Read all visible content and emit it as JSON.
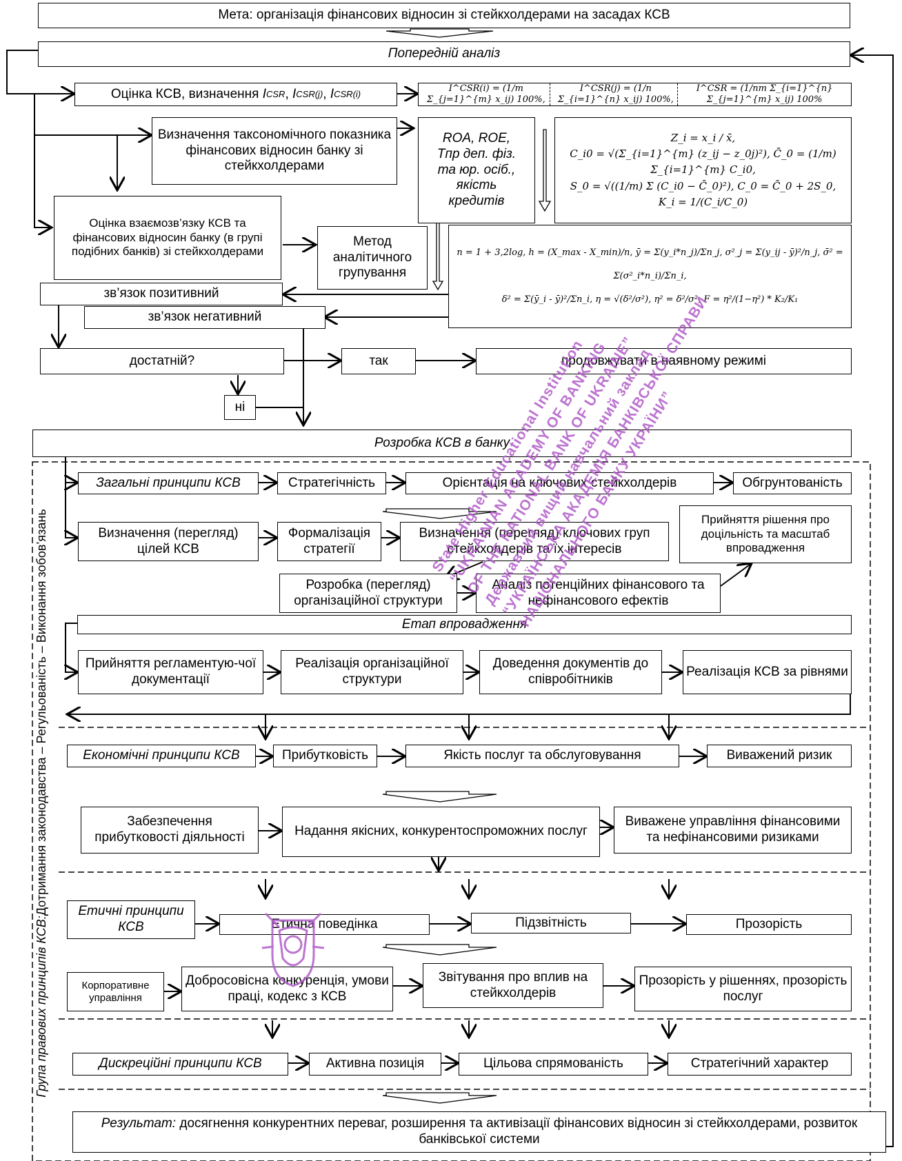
{
  "goal": "Мета: організація фінансових відносин зі стейкхолдерами на засадах КСВ",
  "prelim": "Попередній аналіз",
  "assess_ksv": "Оцінка КСВ, визначення",
  "assess_ksv_terms": [
    "I",
    "CSR",
    "I",
    "CSR(j)",
    "I",
    "CSR(i)"
  ],
  "formula_i": "I^CSR(i) = (1/m Σ_{j=1}^{m} x_ij) 100%,",
  "formula_j": "I^CSR(j) = (1/n Σ_{i=1}^{n} x_ij) 100%,",
  "formula_all": "I^CSR = (1/nm Σ_{i=1}^{n} Σ_{j=1}^{m} x_ij) 100%",
  "taxonomy": "Визначення таксономічного показника фінансових відносин банку зі стейкхолдерами",
  "indicators": [
    "ROA, ROE,",
    "Tпр деп. фіз.",
    "та юр. осіб.,",
    "якість",
    "кредитів"
  ],
  "tax_formulas": [
    "Z_i = x_i / x̄,",
    "C_i0 = √(Σ_{i=1}^{m} (z_ij − z_0j)²), C̄_0 = (1/m) Σ_{i=1}^{m} C_i0,",
    "S_0 = √((1/m) Σ (C_i0 − C̄_0)²), C_0 = C̄_0 + 2S_0,",
    "K_i = 1/(C_i/C_0)"
  ],
  "relation": "Оцінка взаємозв’язку КСВ та фінансових відносин банку (в групі подібних банків) зі стейкхолдерами",
  "method": "Метод аналітичного групування",
  "group_formulas": [
    "n = 1 + 3,2log, h = (X_max - X_min)/n, ȳ = Σ(y_i*n_j)/Σn_j, σ²_j = Σ(y_ij - ȳ)²/n_j, σ̄² = Σ(σ²_i*n_i)/Σn_i,",
    "δ² = Σ(ȳ_i - ȳ)²/Σn_i, η = √(δ²/σ²), η² = δ²/σ², F = η²/(1−η²) * K₂/K₁"
  ],
  "positive": "зв’язок позитивний",
  "negative": "зв’язок негативний",
  "sufficient": "достатній?",
  "yes": "так",
  "continue": "продовжувати в наявному режимі",
  "no": "ні",
  "dev": "Розробка КСВ в банку",
  "side_label_italic": "Група правових принципів КСВ:",
  "side_label_rest": " Дотримання законодавства – Регульованість – Виконання зобов’язань",
  "general": {
    "principles": "Загальні принципи КСВ",
    "items": [
      "Стратегічність",
      "Орієнтація на ключових стейкхолдерів",
      "Обгрунтованість"
    ],
    "goals": "Визначення (перегляд) цілей КСВ",
    "formal": "Формалізація стратегії",
    "groups": "Визначення (перегляд) ключових груп стейкхолдерів та їх інтересів",
    "decision": "Прийняття рішення про доцільність та масштаб впровадження",
    "org": "Розробка (перегляд) організаційної структури",
    "effects": "Аналіз потенційних фінансового та нефінансового ефектів"
  },
  "stage": "Етап впровадження",
  "impl": [
    "Прийняття регламентую-чої документації",
    "Реалізація організаційної структури",
    "Доведення документів до співробітників",
    "Реалізація КСВ за рівнями"
  ],
  "econ": {
    "principles": "Економічні принципи КСВ",
    "items": [
      "Прибутковість",
      "Якість послуг та обслуговування",
      "Виважений ризик"
    ],
    "detail": [
      "Забезпечення прибутковості діяльності",
      "Надання якісних, конкурентоспроможних послуг",
      "Виважене управління фінансовими та нефінансовими ризиками"
    ]
  },
  "ethic": {
    "principles": "Етичні принципи КСВ",
    "items": [
      "Етична поведінка",
      "Підзвітність",
      "Прозорість"
    ],
    "detail": [
      "Корпоративне управління",
      "Добросовісна конкуренція, умови праці, кодекс з КСВ",
      "Звітування про вплив на стейкхолдерів",
      "Прозорість у рішеннях, прозорість послуг"
    ]
  },
  "discr": {
    "principles": "Дискреційні принципи КСВ",
    "items": [
      "Активна позиція",
      "Цільова спрямованість",
      "Стратегічний характер"
    ]
  },
  "result_italic": "Результат:",
  "result_text": " досягнення конкурентних переваг, розширення та активізації фінансових відносин зі стейкхолдерами, розвиток банківської системи",
  "watermark": [
    "State Higher Educational Institution",
    "“UKRAINIAN ACADEMY OF BANKING",
    "OF THE NATIONAL BANK OF UKRAINE”",
    "Державний вищий навчальний заклад",
    "“УКРАЇНСЬКА АКАДЕМІЯ БАНКІВСЬКОЇ СПРАВИ",
    "НАЦІОНАЛЬНОГО БАНКУ УКРАЇНИ”"
  ],
  "colors": {
    "line": "#000000",
    "watermark": "#b15bc8"
  }
}
